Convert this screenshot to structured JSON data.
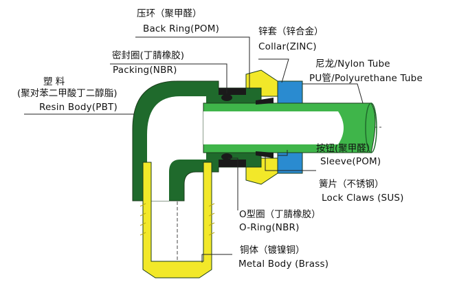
{
  "labels": {
    "back_ring": {
      "cn": "压环（聚甲醛）",
      "en": "Back Ring(POM)"
    },
    "collar": {
      "cn": "锌套（锌合金）",
      "en": "Collar(ZINC)"
    },
    "packing": {
      "cn": "密封圈(丁腈橡胶)",
      "en": "Packing(NBR)"
    },
    "resin_body": {
      "cn_1": "塑  料",
      "cn_2": "(聚对苯二甲酸丁二醇脂)",
      "en": "Resin Body(PBT)"
    },
    "tube": {
      "line_1": "尼龙/Nylon Tube",
      "line_2": "PU管/Polyurethane  Tube"
    },
    "sleeve": {
      "cn": "按钮(聚甲醛）",
      "en": "Sleeve(POM)"
    },
    "lock_claws": {
      "cn": "簧片（不锈钢）",
      "en": "Lock Claws (SUS)"
    },
    "o_ring": {
      "cn": "O型圈（丁腈橡胶）",
      "en": "O-Ring(NBR)"
    },
    "metal_body": {
      "cn": "铜体（镀镍铜）",
      "en": "Metal Body (Brass)"
    }
  },
  "colors": {
    "resin_body": "#1f6a2c",
    "tube": "#3fb54a",
    "tube_inner": "#ffffff",
    "brass": "#f2e829",
    "collar": "#f2e829",
    "back_ring": "#1a1a1a",
    "sleeve": "#2a8bd0",
    "leader": "#222222"
  }
}
